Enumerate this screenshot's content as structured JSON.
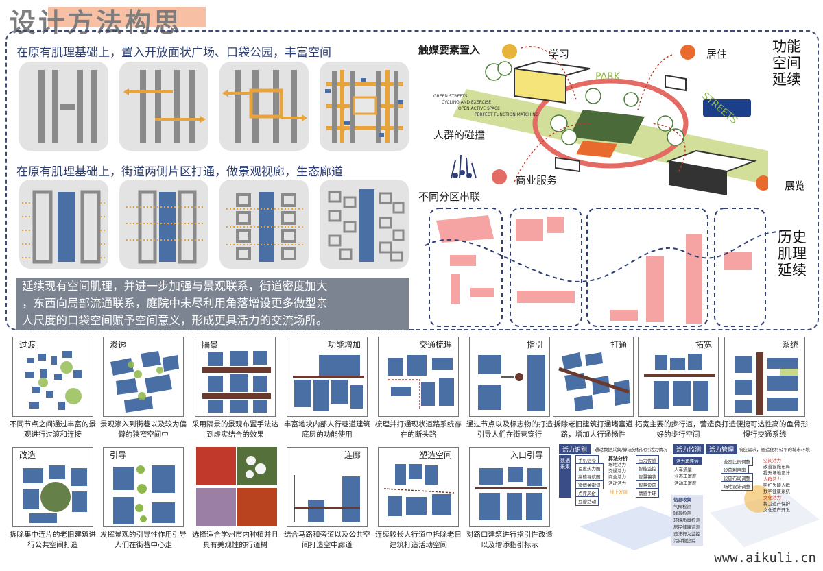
{
  "title": "设计方法构思",
  "top": {
    "row1_heading": "在原有肌理基础上，置入开放面状广场、口袋公园，丰富空间",
    "row2_heading": "在原有肌理基础上，街道两侧片区打通，做景观视廊，生态廊道",
    "summary_lines": [
      "延续现有空间肌理，并进一步加强与景观联系，街道密度加大",
      "，东西向局部流通联系，庭院中未尽利用角落增设更多微型亲",
      "人尺度的口袋空间赋予空间意义，形成更具活力的交流场所。"
    ]
  },
  "right_diagram": {
    "catalyst": "触媒要素置入",
    "learn": "学习",
    "live": "居住",
    "park": "PARK",
    "streets": "STREETS",
    "function_continuation": [
      "功能",
      "空间",
      "延续"
    ],
    "english_lines": [
      "GREEN STREETS",
      "CYCLING AND EXERCISE",
      "OPEN ACTIVE SPACE",
      "PERFECT FUNCTION MATCHING"
    ],
    "crowd": "人群的碰撞",
    "commerce": "商业服务",
    "exhibition": "展览",
    "zones": "不同分区串联",
    "history": [
      "历史",
      "肌理",
      "延续"
    ]
  },
  "strategies_row1": [
    {
      "label": "过渡",
      "desc": "不同节点之间通过丰富的景观进行过渡和连接"
    },
    {
      "label": "渗透",
      "desc": "景观渗入到街巷以及较为偏僻的狭窄空间中"
    },
    {
      "label": "隔景",
      "desc": "采用隔景的景观布置手法达到虚实结合的效果"
    },
    {
      "label": "功能增加",
      "desc": "丰富地块内部人行巷道建筑底层的功能使用"
    },
    {
      "label": "交通梳理",
      "desc": "梳理并打通现状道路系统存在的断头路"
    },
    {
      "label": "指引",
      "desc": "通过节点以及标志物的打造引导人们在街巷穿行"
    },
    {
      "label": "打通",
      "desc": "拆除老旧建筑打通堵塞道路，增加人行通畅性"
    },
    {
      "label": "拓宽",
      "desc": "拓宽主要的步行道，营造良好的步行空间"
    },
    {
      "label": "系统",
      "desc": "打造便捷可达性高的鱼骨形慢行交通系统"
    }
  ],
  "strategies_row2": [
    {
      "label": "改造",
      "desc": "拆除集中连片的老旧建筑进行公共空间打造"
    },
    {
      "label": "引导",
      "desc": "发挥景观的引导性作用引导人们在街巷中心走"
    },
    {
      "label": "",
      "desc": "选择适合学州市内种植并且具有美观性的行道树"
    },
    {
      "label": "连廊",
      "desc": "结合马路和旁道以及公共空间打造空中廊道"
    },
    {
      "label": "塑造空间",
      "desc": "连续较长人行道中拆除老日建筑打造活动空间"
    },
    {
      "label": "入口引导",
      "desc": "对路口建筑进行指引性改造以及增添指引标示"
    }
  ],
  "vitality": {
    "tab1": "活力识别",
    "tab1_note": "通过数据采集/算法分析识别活力情况",
    "tab2": "活力监测",
    "tab3": "活力管理",
    "tab3_note": "响应需求，塑造便利公平的城市环境",
    "data_col": "数据采集",
    "data_items": [
      "手机信令",
      "百度热力图",
      "高德导航图",
      "微博关键词",
      "点评风俗",
      "豆瓣活动"
    ],
    "algo_head": "算法分析",
    "algo_items": [
      "场地活力",
      "交通活力",
      "商业活力",
      "活动活力"
    ],
    "line_head": "线上发展",
    "right_items": [
      "压力传感",
      "智能监控",
      "智慧镜装",
      "智慧设施",
      "情感手环"
    ],
    "monitor_head": "活力再评估",
    "monitor_items": [
      "人车流量",
      "业态丰富度",
      "活动丰富度"
    ],
    "info_head": "信息收集",
    "info_items": [
      "气候检测",
      "噪音检测",
      "环境质量检测",
      "居民健康监测",
      "违法行为监控",
      "污染物追踪"
    ],
    "manage_items": [
      "业态比例调整",
      "设施利用率",
      "设施布局调整",
      "场地设计调整"
    ],
    "manage_right": [
      "空间活力",
      "改善设施布局",
      "提升场地设计",
      "人群活力",
      "照护失能人群",
      "数字健康系统",
      "文化活力",
      "捍卫遗产保护",
      "文化遗产开发"
    ]
  },
  "watermark": "www.aikuli.cn"
}
